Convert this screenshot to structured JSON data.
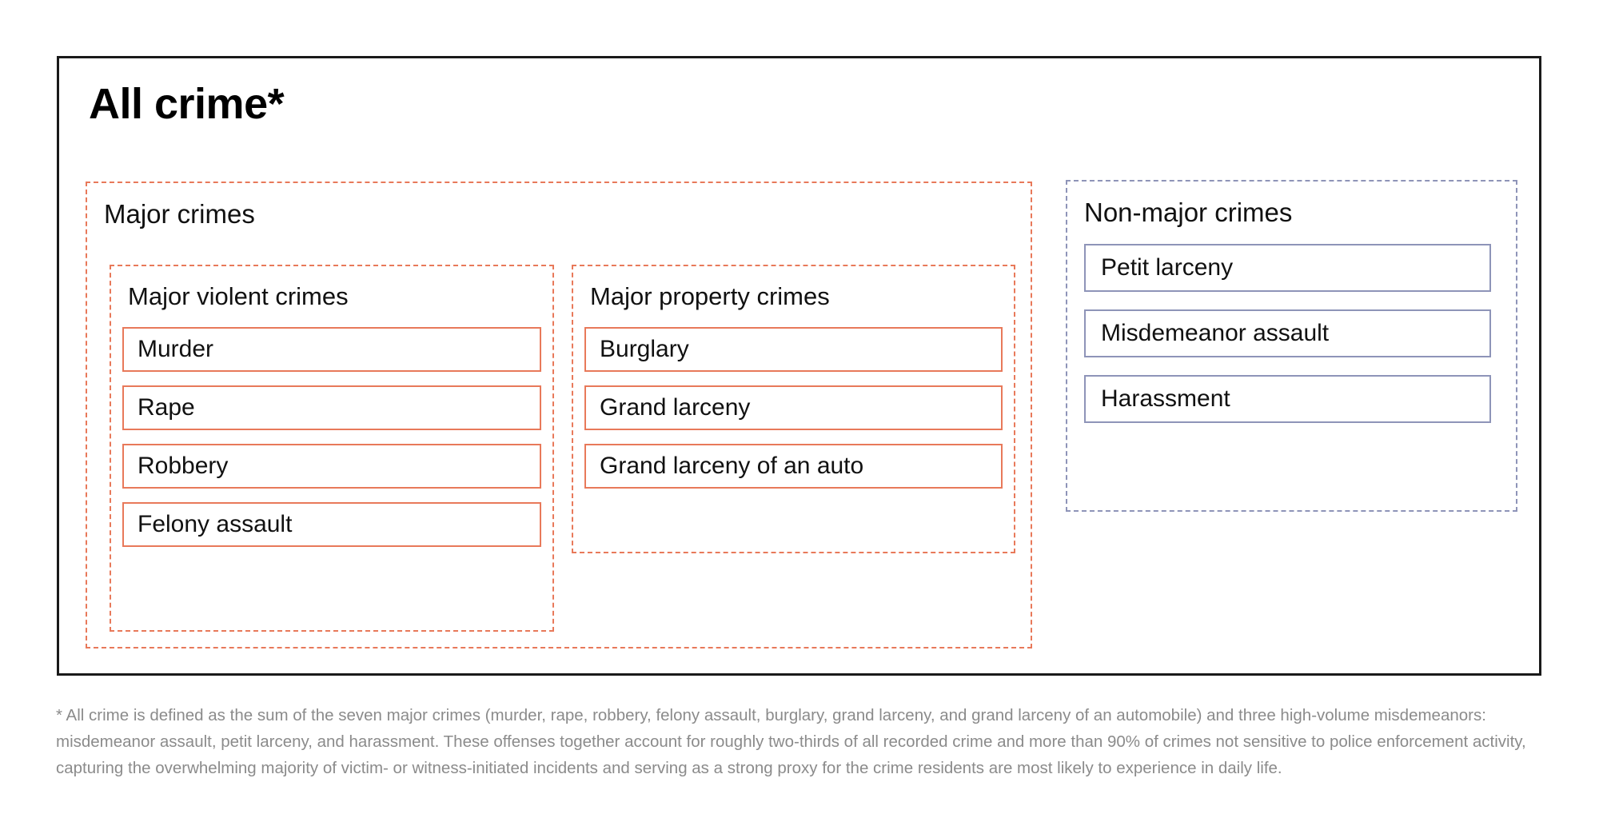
{
  "diagram": {
    "title": "All crime*",
    "type": "hierarchy",
    "colors": {
      "major_accent": "#E8795A",
      "nonmajor_accent": "#8E94B8",
      "frame": "#1a1a1a",
      "footnote_text": "#8B8B8B",
      "item_text": "#111111"
    },
    "groups": [
      {
        "id": "major-crimes",
        "label": "Major crimes",
        "accent": "#E8795A",
        "border_style": "dashed",
        "subgroups": [
          {
            "id": "major-violent-crimes",
            "label": "Major violent crimes",
            "accent": "#E8795A",
            "border_style": "dashed",
            "items": [
              {
                "label": "Murder"
              },
              {
                "label": "Rape"
              },
              {
                "label": "Robbery"
              },
              {
                "label": "Felony assault"
              }
            ]
          },
          {
            "id": "major-property-crimes",
            "label": "Major property crimes",
            "accent": "#E8795A",
            "border_style": "dashed",
            "items": [
              {
                "label": "Burglary"
              },
              {
                "label": "Grand larceny"
              },
              {
                "label": "Grand larceny of an auto"
              }
            ]
          }
        ]
      },
      {
        "id": "non-major-crimes",
        "label": "Non-major crimes",
        "accent": "#8E94B8",
        "border_style": "dashed",
        "items": [
          {
            "label": "Petit larceny"
          },
          {
            "label": "Misdemeanor assault"
          },
          {
            "label": "Harassment"
          }
        ]
      }
    ],
    "footnote": "* All crime is defined as the sum of the seven major crimes (murder, rape, robbery, felony assault, burglary, grand larceny, and grand larceny of an automobile) and three high-volume misdemeanors: misdemeanor assault, petit larceny, and harassment. These offenses together account for roughly two-thirds of all recorded crime and more than 90% of crimes not sensitive to police enforcement activity, capturing the overwhelming majority of victim- or witness-initiated incidents and serving as a strong proxy for the crime residents are most likely to experience in daily life."
  }
}
